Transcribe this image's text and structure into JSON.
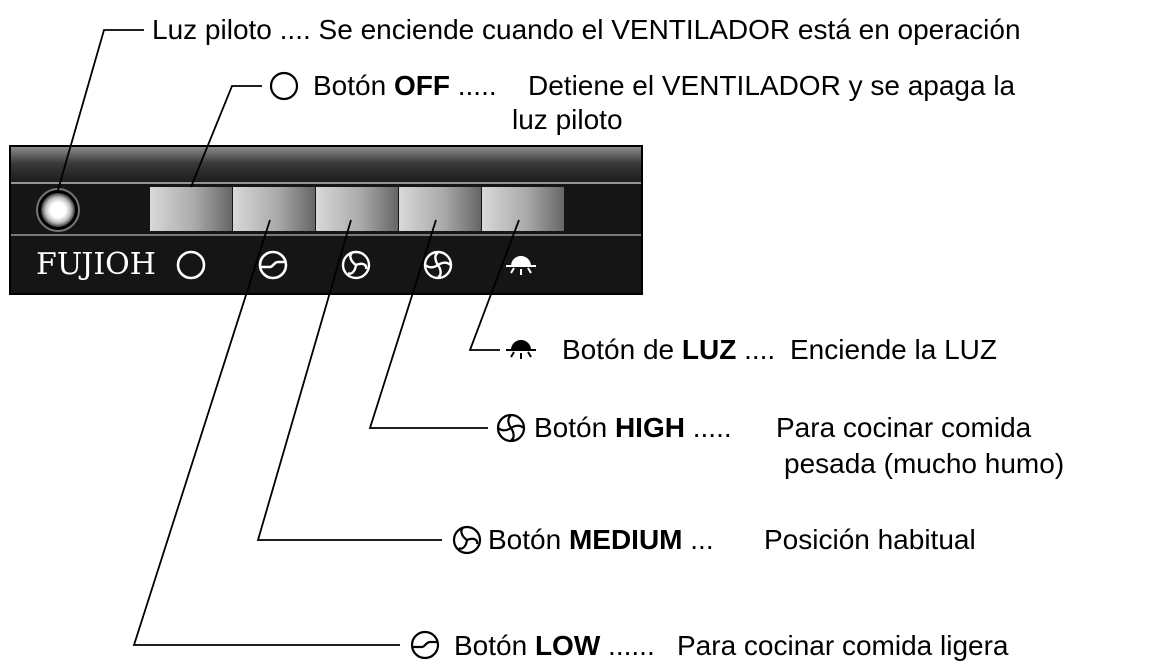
{
  "panel": {
    "brand": "FUJIOH",
    "buttons": [
      "off",
      "low",
      "medium",
      "high",
      "light"
    ]
  },
  "callouts": {
    "pilot": {
      "text": "Luz piloto .... Se enciende cuando el VENTILADOR está en operación"
    },
    "off": {
      "prefix": "Botón ",
      "name": "OFF",
      "dots": " .....",
      "desc1": "Detiene el VENTILADOR y se apaga la",
      "desc2": "luz piloto",
      "icon": "off-circle-icon"
    },
    "light": {
      "prefix": "Botón de ",
      "name": "LUZ",
      "dots": " ....",
      "desc1": "Enciende la LUZ",
      "icon": "light-bulb-icon"
    },
    "high": {
      "prefix": "Botón ",
      "name": "HIGH",
      "dots": " .....",
      "desc1": "Para cocinar comida",
      "desc2": "pesada (mucho humo)",
      "icon": "fan-high-icon"
    },
    "medium": {
      "prefix": "Botón ",
      "name": "MEDIUM",
      "dots": " ...",
      "desc1": "Posición habitual",
      "icon": "fan-medium-icon"
    },
    "low": {
      "prefix": "Botón ",
      "name": "LOW",
      "dots": " ......",
      "desc1": "Para cocinar comida ligera",
      "icon": "fan-low-icon"
    }
  },
  "colors": {
    "panel": "#151515",
    "panel_top": "#6a6a6a",
    "line": "#000000",
    "led": "#ffffff"
  }
}
